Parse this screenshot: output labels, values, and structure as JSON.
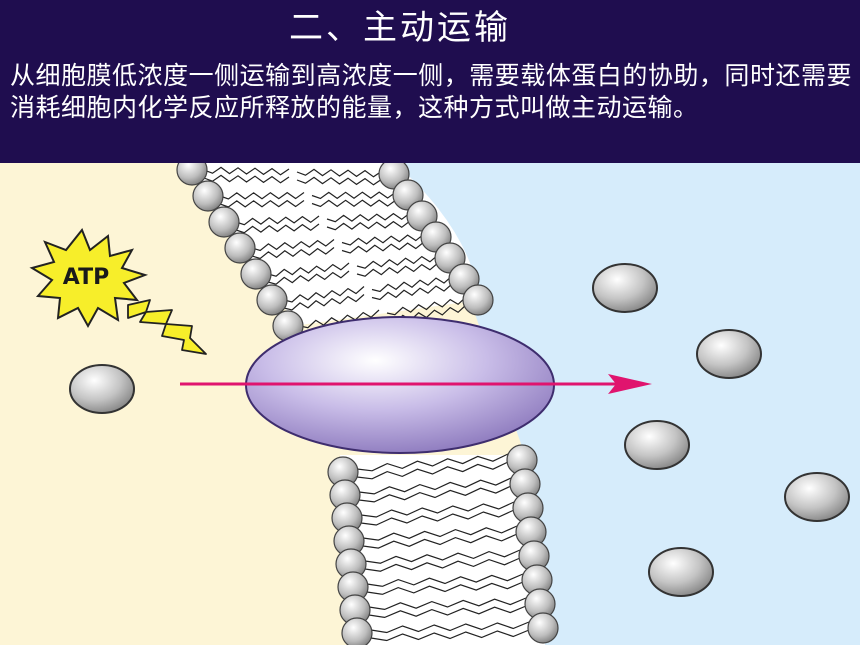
{
  "header": {
    "title": "二、主动运输",
    "description": "从细胞膜低浓度一侧运输到高浓度一侧，需要载体蛋白的协助，同时还需要消耗细胞内化学反应所释放的能量，这种方式叫做主动运输。"
  },
  "diagram": {
    "atp_label": "ATP",
    "colors": {
      "header_bg": "#1f0d4f",
      "low_side_bg": "#fdf5d6",
      "high_side_bg": "#d6ecfb",
      "carrier_protein": "#b4a6d9",
      "arrow": "#e0146e",
      "atp_burst": "#f7ee2a"
    },
    "icons": [
      "atp-burst-icon",
      "lightning-bolt-icon",
      "arrow-icon"
    ]
  }
}
